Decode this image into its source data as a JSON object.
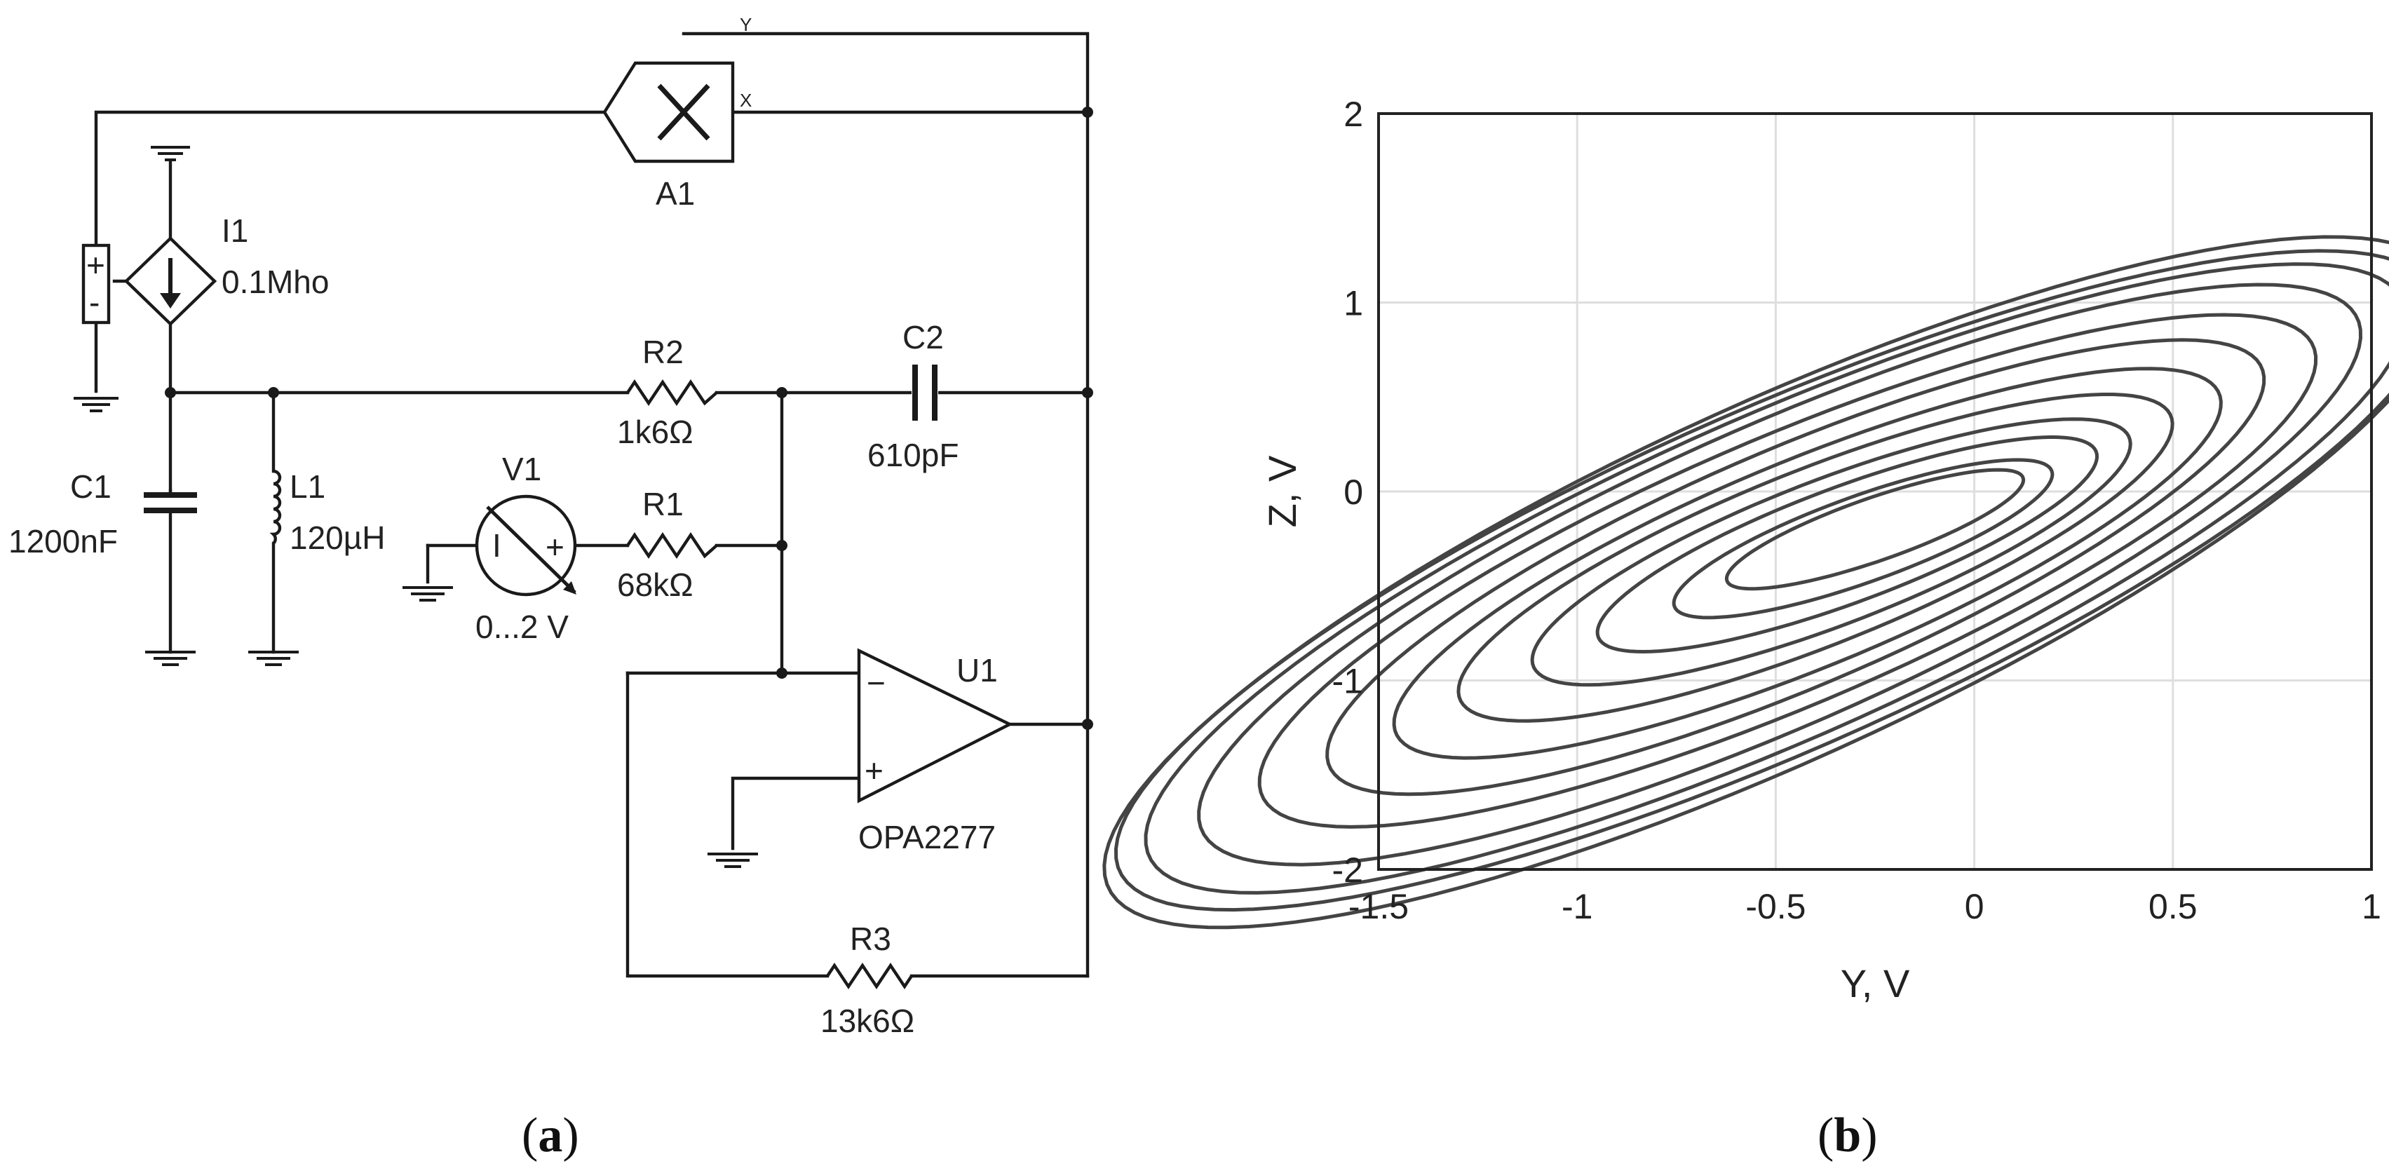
{
  "panel_a": {
    "caption": "a",
    "components": {
      "multiplier": {
        "name": "A1",
        "in_y": "Y",
        "in_x": "X"
      },
      "current_source": {
        "name": "I1",
        "value": "0.1Mho"
      },
      "source_sign_plus": "+",
      "source_sign_minus": "-",
      "r2": {
        "name": "R2",
        "value": "1k6Ω"
      },
      "c2": {
        "name": "C2",
        "value": "610pF"
      },
      "c1": {
        "name": "C1",
        "value": "1200nF"
      },
      "l1": {
        "name": "L1",
        "value": "120µH"
      },
      "v1": {
        "name": "V1",
        "value": "0...2 V",
        "minus": "I",
        "plus": "+"
      },
      "r1": {
        "name": "R1",
        "value": "68kΩ"
      },
      "u1": {
        "name": "U1",
        "part": "OPA2277",
        "minus": "−",
        "plus": "+"
      },
      "r3": {
        "name": "R3",
        "value": "13k6Ω"
      }
    }
  },
  "panel_b": {
    "caption": "b",
    "chart_data": {
      "type": "line",
      "xlabel": "Y, V",
      "ylabel": "Z, V",
      "xlim": [
        -1.5,
        1
      ],
      "ylim": [
        -2,
        2
      ],
      "xticks": [
        "-1.5",
        "-1",
        "-0.5",
        "0",
        "0.5",
        "1"
      ],
      "yticks": [
        "-2",
        "-1",
        "0",
        "1",
        "2"
      ],
      "grid": true,
      "series": [
        {
          "description_of_shape": "chaotic attractor: nested loops spiraling outward",
          "loops": [
            {
              "cx": -0.25,
              "cz": -0.2,
              "a": 0.22,
              "b": 0.28,
              "tilt_deg": 32
            },
            {
              "cx": -0.28,
              "cz": -0.25,
              "a": 0.3,
              "b": 0.36,
              "tilt_deg": 33
            },
            {
              "cx": -0.32,
              "cz": -0.28,
              "a": 0.4,
              "b": 0.48,
              "tilt_deg": 34
            },
            {
              "cx": -0.36,
              "cz": -0.32,
              "a": 0.5,
              "b": 0.58,
              "tilt_deg": 35
            },
            {
              "cx": -0.4,
              "cz": -0.35,
              "a": 0.6,
              "b": 0.7,
              "tilt_deg": 36
            },
            {
              "cx": -0.42,
              "cz": -0.38,
              "a": 0.7,
              "b": 0.82,
              "tilt_deg": 37
            },
            {
              "cx": -0.45,
              "cz": -0.4,
              "a": 0.8,
              "b": 0.94,
              "tilt_deg": 38
            },
            {
              "cx": -0.47,
              "cz": -0.42,
              "a": 0.9,
              "b": 1.06,
              "tilt_deg": 38
            },
            {
              "cx": -0.49,
              "cz": -0.44,
              "a": 1.0,
              "b": 1.18,
              "tilt_deg": 39
            },
            {
              "cx": -0.5,
              "cz": -0.46,
              "a": 1.08,
              "b": 1.28,
              "tilt_deg": 39
            },
            {
              "cx": -0.5,
              "cz": -0.47,
              "a": 1.14,
              "b": 1.34,
              "tilt_deg": 39
            },
            {
              "cx": -0.5,
              "cz": -0.48,
              "a": 1.18,
              "b": 1.38,
              "tilt_deg": 40
            }
          ]
        }
      ]
    }
  }
}
